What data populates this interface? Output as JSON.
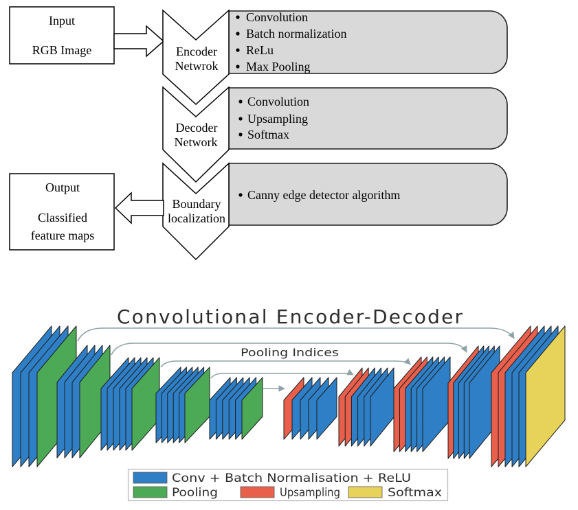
{
  "flow": {
    "input": {
      "title": "Input",
      "subtitle": "RGB Image"
    },
    "output": {
      "title": "Output",
      "line1": "Classified",
      "line2": "feature maps"
    },
    "stages": [
      {
        "label": [
          "Encoder",
          "Netwrok"
        ],
        "items": [
          "Convolution",
          "Batch normalization",
          "ReLu",
          "Max Pooling"
        ]
      },
      {
        "label": [
          "Decoder",
          "Network"
        ],
        "items": [
          "Convolution",
          "Upsampling",
          "Softmax"
        ]
      },
      {
        "label": [
          "Boundary",
          "localization"
        ],
        "items": [
          "Canny edge detector algorithm"
        ]
      }
    ]
  },
  "architecture": {
    "title": "Convolutional Encoder-Decoder",
    "skip_label": "Pooling Indices",
    "legend": [
      {
        "label": "Conv + Batch Normalisation + ReLU",
        "color": "#2f7fc6"
      },
      {
        "label": "Pooling",
        "color": "#4caa57"
      },
      {
        "label": "Upsampling",
        "color": "#e8604c"
      },
      {
        "label": "Softmax",
        "color": "#e8d35a"
      }
    ],
    "encoder_stages": [
      [
        0,
        0,
        0,
        1
      ],
      [
        0,
        0,
        0,
        1
      ],
      [
        0,
        0,
        0,
        0,
        0,
        1
      ],
      [
        0,
        0,
        0,
        0,
        0,
        1
      ],
      [
        0,
        0,
        0,
        0,
        0,
        1
      ]
    ],
    "decoder_stages": [
      [
        2,
        0,
        0,
        0,
        0
      ],
      [
        2,
        2,
        0,
        0,
        0,
        0
      ],
      [
        2,
        2,
        0,
        0,
        0,
        0
      ],
      [
        2,
        0,
        0,
        0,
        0
      ],
      [
        2,
        2,
        0,
        0,
        0,
        3
      ]
    ]
  }
}
